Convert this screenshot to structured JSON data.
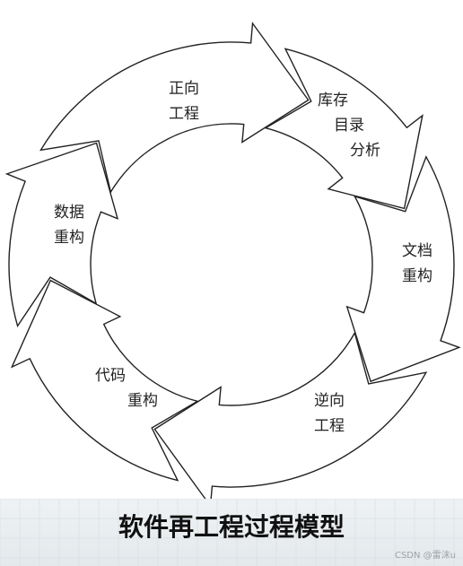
{
  "diagram": {
    "stroke_color": "#222222",
    "fill_color": "#ffffff",
    "stages": [
      {
        "id": "forward-engineering",
        "lines": [
          "正向",
          "工程"
        ]
      },
      {
        "id": "inventory-analysis",
        "lines": [
          "库存",
          "目录",
          "分析"
        ]
      },
      {
        "id": "document-restructuring",
        "lines": [
          "文档",
          "重构"
        ]
      },
      {
        "id": "reverse-engineering",
        "lines": [
          "逆向",
          "工程"
        ]
      },
      {
        "id": "code-restructuring",
        "lines": [
          "代码",
          "重构"
        ]
      },
      {
        "id": "data-restructuring",
        "lines": [
          "数据",
          "重构"
        ]
      }
    ]
  },
  "footer": {
    "caption": "软件再工程过程模型",
    "watermark": "CSDN @雷沫u"
  }
}
